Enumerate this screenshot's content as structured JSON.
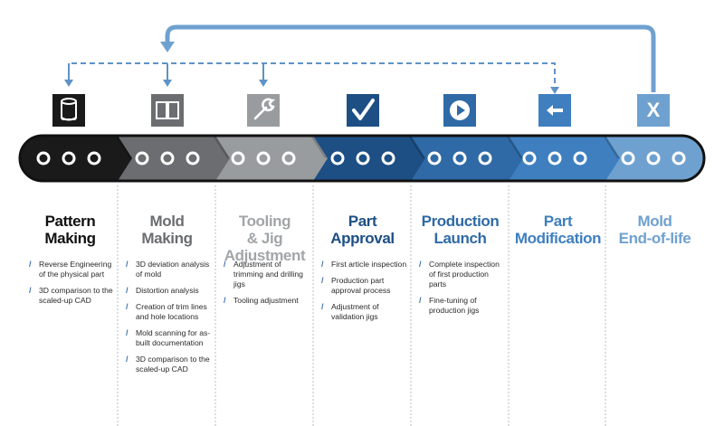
{
  "colors": {
    "black": "#1a1a1a",
    "dark_gray": "#6b6d70",
    "light_gray": "#999c9f",
    "navy": "#1d4f85",
    "mid_blue": "#2f6aa6",
    "blue": "#3f7fbf",
    "light_blue": "#6fa1d0",
    "arrow_blue": "#5e93c6",
    "bullet_slash": "#3a6fb0"
  },
  "stages": [
    {
      "title_lines": [
        "Pattern",
        "Making"
      ],
      "title_color": "#111111",
      "band_color": "#1a1a1a",
      "icon": "cylinder-icon",
      "icon_bg": "#1a1a1a",
      "bullets": [
        "Reverse Engineering of the physical part",
        "3D comparison to the scaled-up CAD"
      ]
    },
    {
      "title_lines": [
        "Mold",
        "Making"
      ],
      "title_color": "#6b6d70",
      "band_color": "#6b6d70",
      "icon": "book-icon",
      "icon_bg": "#6b6d70",
      "bullets": [
        "3D deviation analysis of mold",
        "Distortion analysis",
        "Creation of trim lines and hole locations",
        "Mold scanning for as-built documentation",
        "3D comparison to the scaled-up CAD"
      ]
    },
    {
      "title_lines": [
        "Tooling",
        "& Jig",
        "Adjustment"
      ],
      "title_color": "#a2a5a8",
      "band_color": "#999c9f",
      "icon": "wrench-icon",
      "icon_bg": "#999c9f",
      "bullets": [
        "Adjustment of trimming and drilling jigs",
        "Tooling adjustment"
      ]
    },
    {
      "title_lines": [
        "Part",
        "Approval"
      ],
      "title_color": "#1d4f85",
      "band_color": "#1d4f85",
      "icon": "checkmark-icon",
      "icon_bg": "#1d4f85",
      "bullets": [
        "First article inspection",
        "Production part approval process",
        "Adjustment of validation jigs"
      ]
    },
    {
      "title_lines": [
        "Production",
        "Launch"
      ],
      "title_color": "#2f6aa6",
      "band_color": "#2f6aa6",
      "icon": "play-icon",
      "icon_bg": "#2f6aa6",
      "bullets": [
        "Complete inspection of first production parts",
        "Fine-tuning of production jigs"
      ]
    },
    {
      "title_lines": [
        "Part",
        "Modification"
      ],
      "title_color": "#3f7fbf",
      "band_color": "#3f7fbf",
      "icon": "arrow-left-icon",
      "icon_bg": "#3f7fbf",
      "bullets": []
    },
    {
      "title_lines": [
        "Mold",
        "End-of-life"
      ],
      "title_color": "#6fa1d0",
      "band_color": "#6fa1d0",
      "icon": "x-icon",
      "icon_bg": "#6fa1d0",
      "bullets": []
    }
  ]
}
